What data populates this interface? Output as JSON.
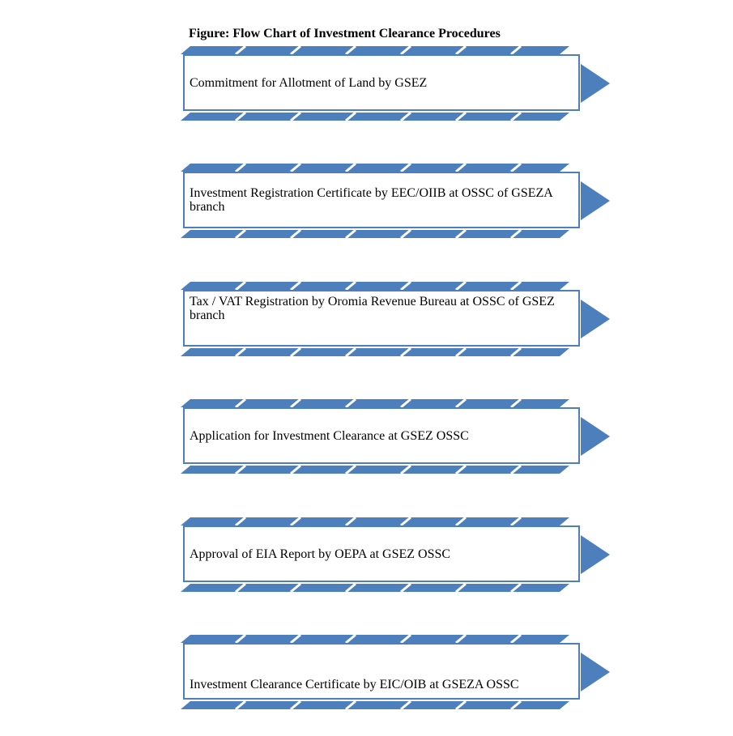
{
  "figure": {
    "title": "Figure: Flow Chart of Investment Clearance Procedures"
  },
  "colors": {
    "accent": "#4e7fbd",
    "box_fill": "#ffffff",
    "text": "#000000"
  },
  "steps": [
    {
      "label": "Commitment for Allotment of Land by GSEZ"
    },
    {
      "label": "Investment Registration Certificate by EEC/OIIB at OSSC of GSEZA branch"
    },
    {
      "label": "Tax / VAT Registration by Oromia Revenue Bureau at OSSC  of GSEZ branch"
    },
    {
      "label": "Application for Investment Clearance at GSEZ OSSC"
    },
    {
      "label": "Approval of EIA Report by OEPA at GSEZ OSSC"
    },
    {
      "label": "Investment Clearance Certificate by EIC/OIB at GSEZA OSSC"
    }
  ]
}
